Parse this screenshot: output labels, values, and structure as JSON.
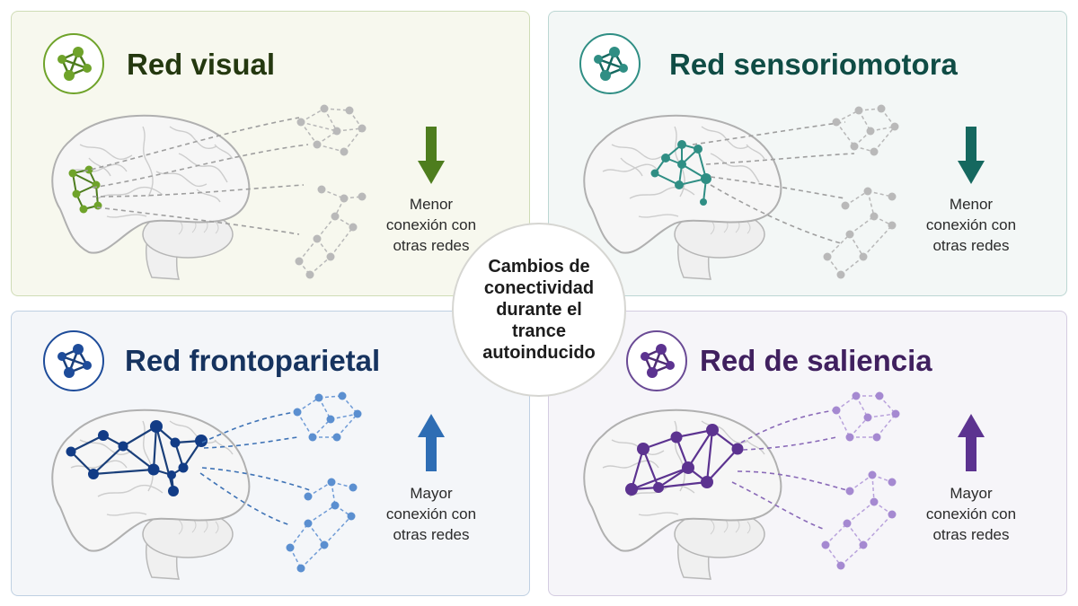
{
  "center": {
    "lines": [
      "Cambios de",
      "conectividad",
      "durante el",
      "trance",
      "autoinducido"
    ]
  },
  "panels": [
    {
      "title": "Red visual",
      "color": "#4e7d1e",
      "node_color": "#6fa32a",
      "caption": [
        "Menor",
        "conexión con",
        "otras redes"
      ],
      "direction": "down"
    },
    {
      "title": "Red sensoriomotora",
      "color": "#15685f",
      "node_color": "#2f8e84",
      "caption": [
        "Menor",
        "conexión con",
        "otras redes"
      ],
      "direction": "down"
    },
    {
      "title": "Red frontoparietal",
      "color": "#1a3f7a",
      "node_color": "#1e4c9a",
      "caption": [
        "Mayor",
        "conexión con",
        "otras redes"
      ],
      "direction": "up"
    },
    {
      "title": "Red de saliencia",
      "color": "#4e2d72",
      "node_color": "#5c3390",
      "caption": [
        "Mayor",
        "conexión con",
        "otras redes"
      ],
      "direction": "up"
    }
  ]
}
